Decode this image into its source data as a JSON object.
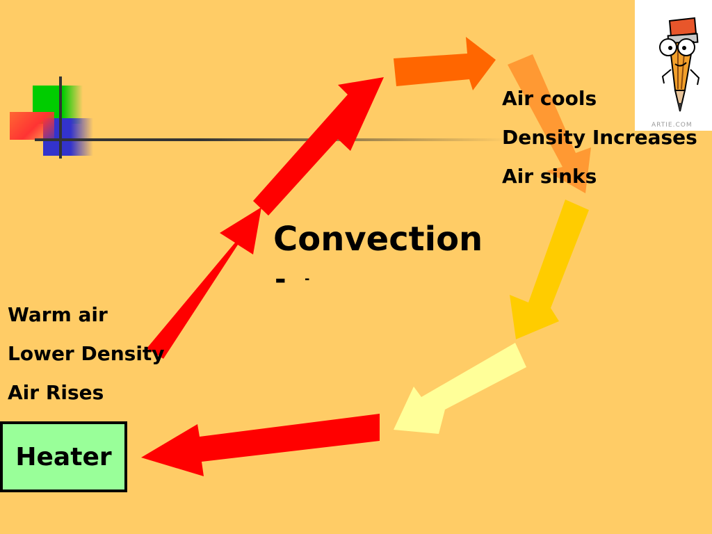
{
  "diagram": {
    "title": "Convection",
    "title_dash": "-",
    "title_dash_small": "-",
    "right_labels": [
      "Air cools",
      "Density Increases",
      "Air sinks"
    ],
    "left_labels": [
      "Warm air",
      "Lower Density",
      "Air Rises"
    ],
    "heater_label": "Heater",
    "arrow_colors": {
      "red": "#FF0000",
      "orange": "#FF6600",
      "light_orange": "#FF9933",
      "yellow": "#FFCC00",
      "pale_yellow": "#FFFF99"
    }
  },
  "clipart": {
    "icon": "pencil-character-icon",
    "watermark": "ARTIE.COM"
  },
  "colors": {
    "background": "#FFCC66",
    "heater_fill": "#99FF99",
    "text": "#000000"
  }
}
